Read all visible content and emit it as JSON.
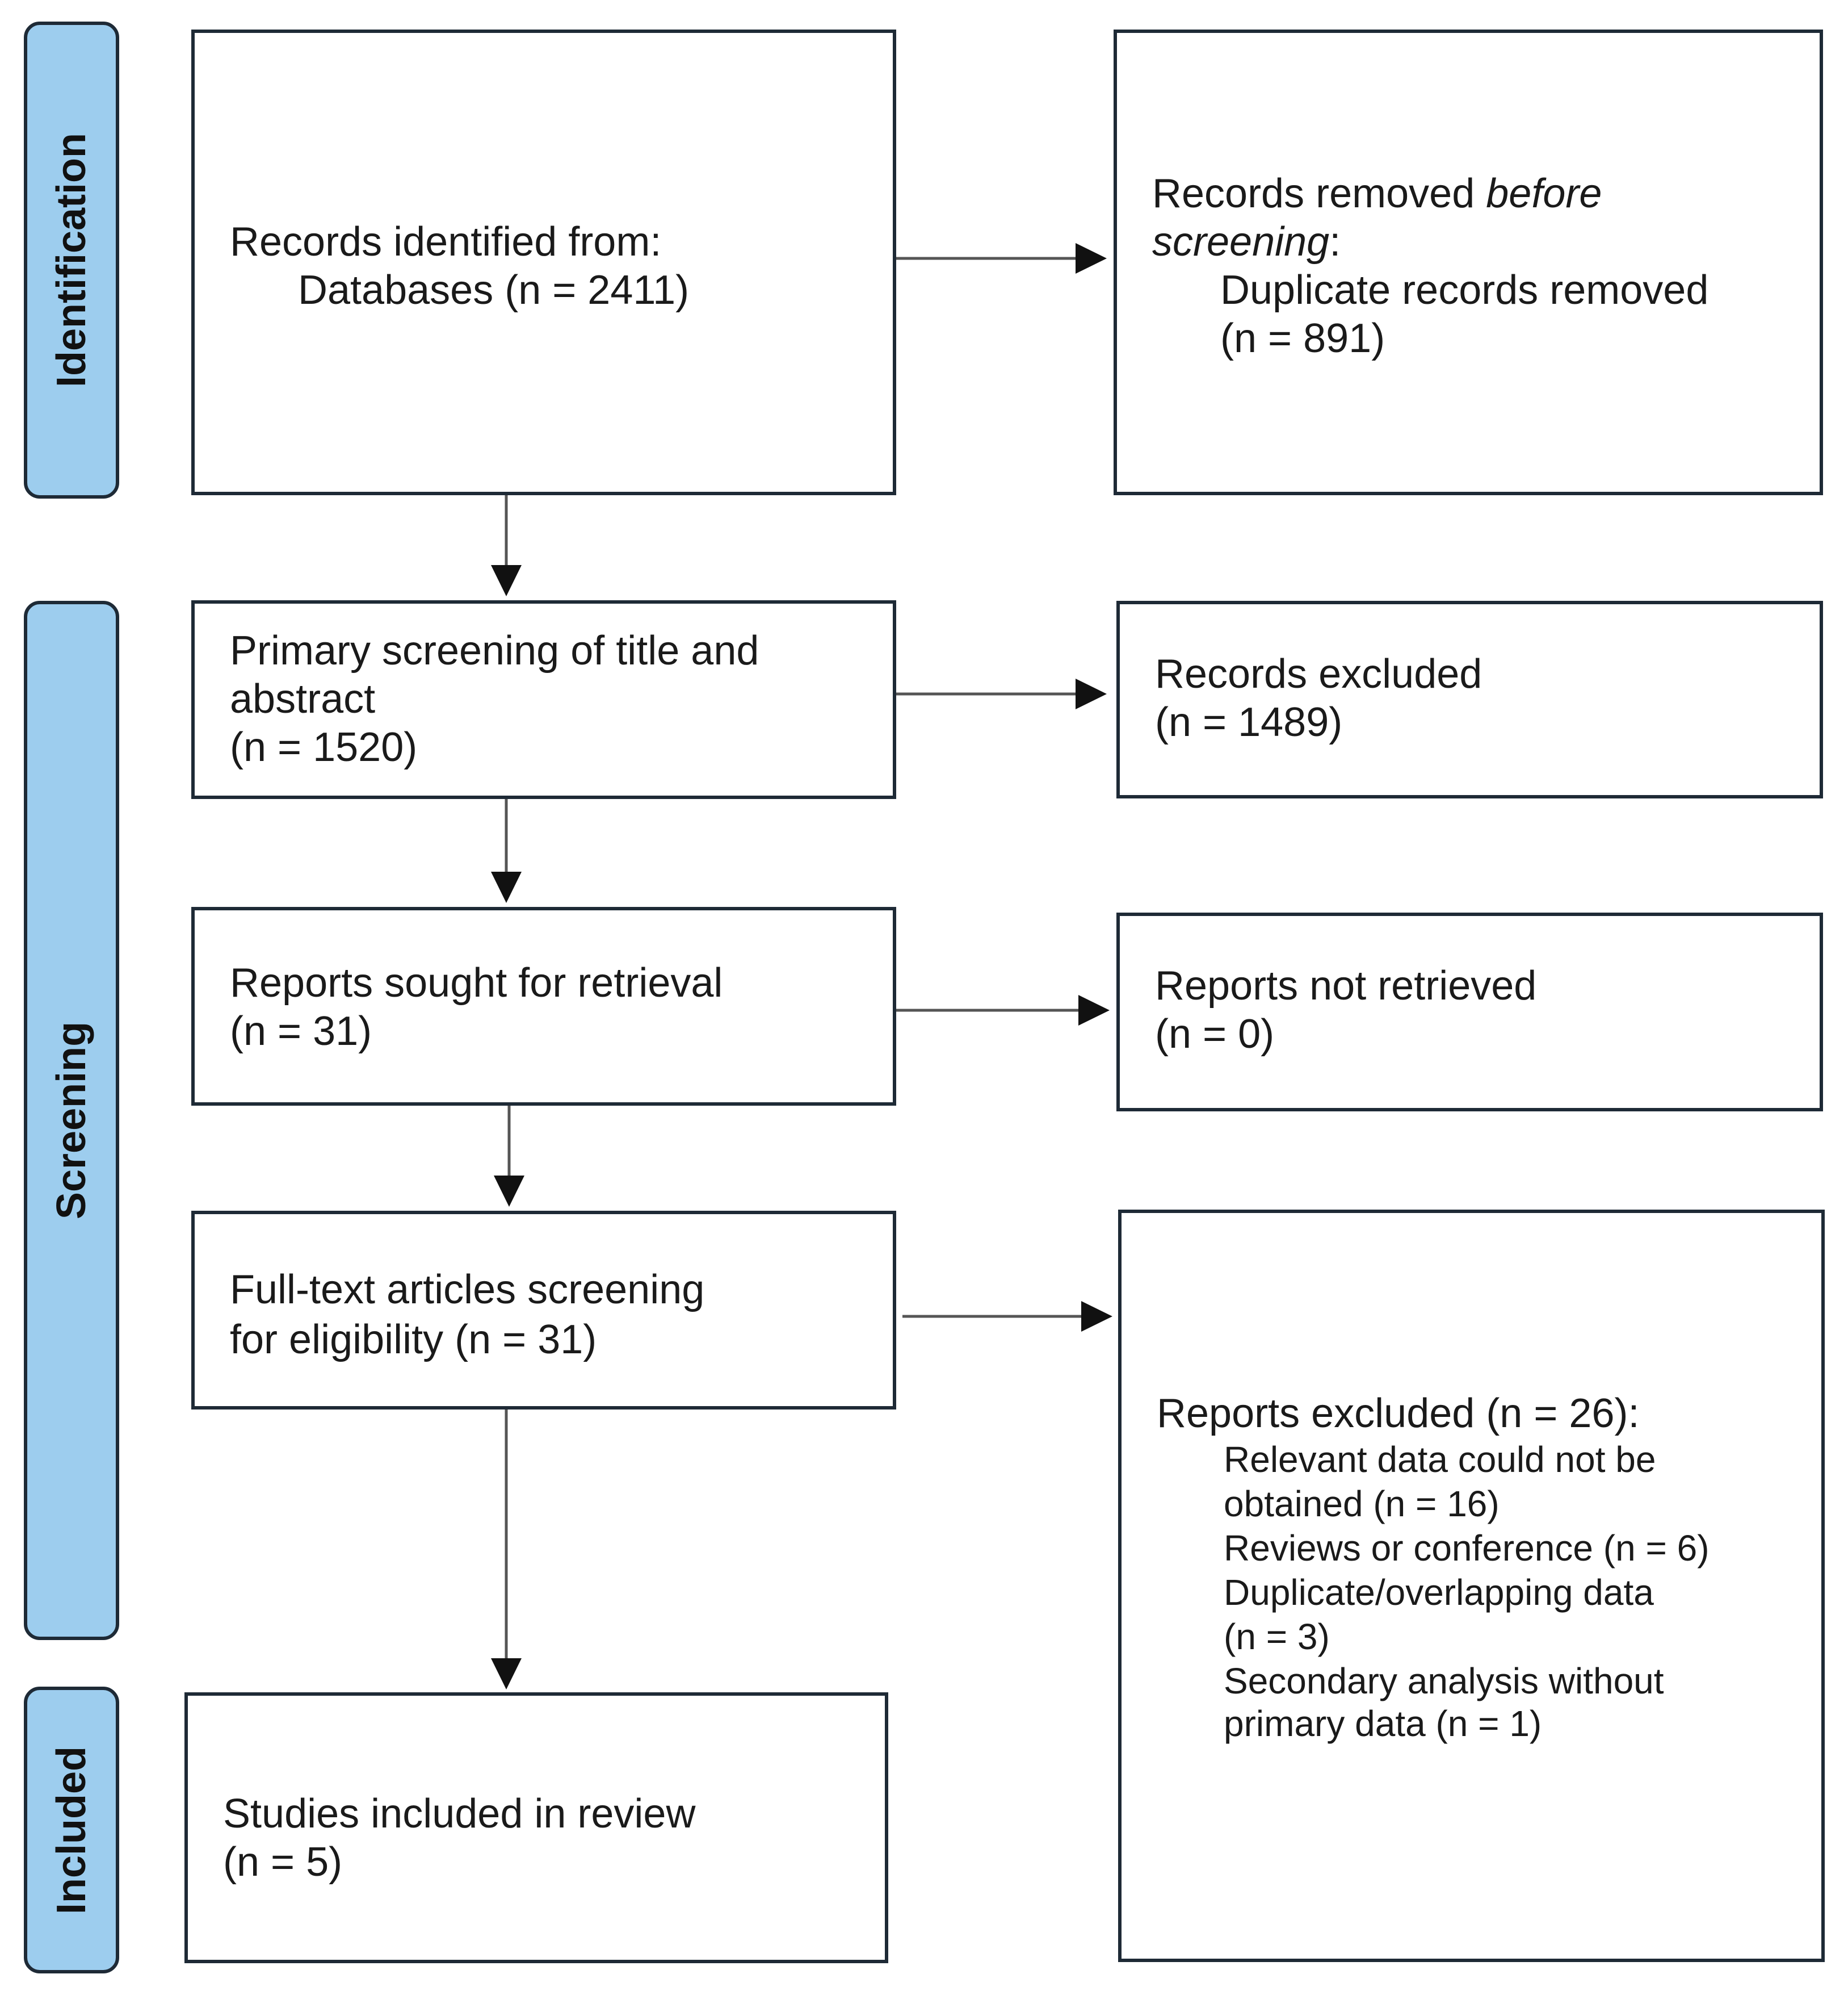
{
  "phases": {
    "identification": "Identification",
    "screening": "Screening",
    "included": "Included"
  },
  "identified": {
    "line1": "Records identified from:",
    "line2": "Databases (n = 2411)"
  },
  "removed_before": {
    "line1_a": "Records removed ",
    "line1_b": "before",
    "line2_a": "screening",
    "line2_b": ":",
    "line3": "Duplicate records removed",
    "line4": "(n = 891)"
  },
  "primary_screening": {
    "line1": "Primary screening of title and",
    "line2": "abstract",
    "line3": "(n = 1520)"
  },
  "records_excluded": {
    "line1": "Records excluded",
    "line2": "(n = 1489)"
  },
  "sought": {
    "line1": "Reports sought for retrieval",
    "line2": "(n = 31)"
  },
  "not_retrieved": {
    "line1": "Reports not retrieved",
    "line2": "(n = 0)"
  },
  "fulltext": {
    "line1": "Full-text articles screening",
    "line2": "for eligibility (n = 31)"
  },
  "reports_excluded": {
    "title": "Reports excluded (n = 26):",
    "r1a": "Relevant data could not be",
    "r1b": "obtained  (n = 16)",
    "r2": "Reviews or conference (n = 6)",
    "r3a": "Duplicate/overlapping data",
    "r3b": "(n = 3)",
    "r4a": "Secondary analysis without",
    "r4b": "primary data (n = 1)"
  },
  "included_box": {
    "line1": "Studies included in review",
    "line2": "(n = 5)"
  }
}
